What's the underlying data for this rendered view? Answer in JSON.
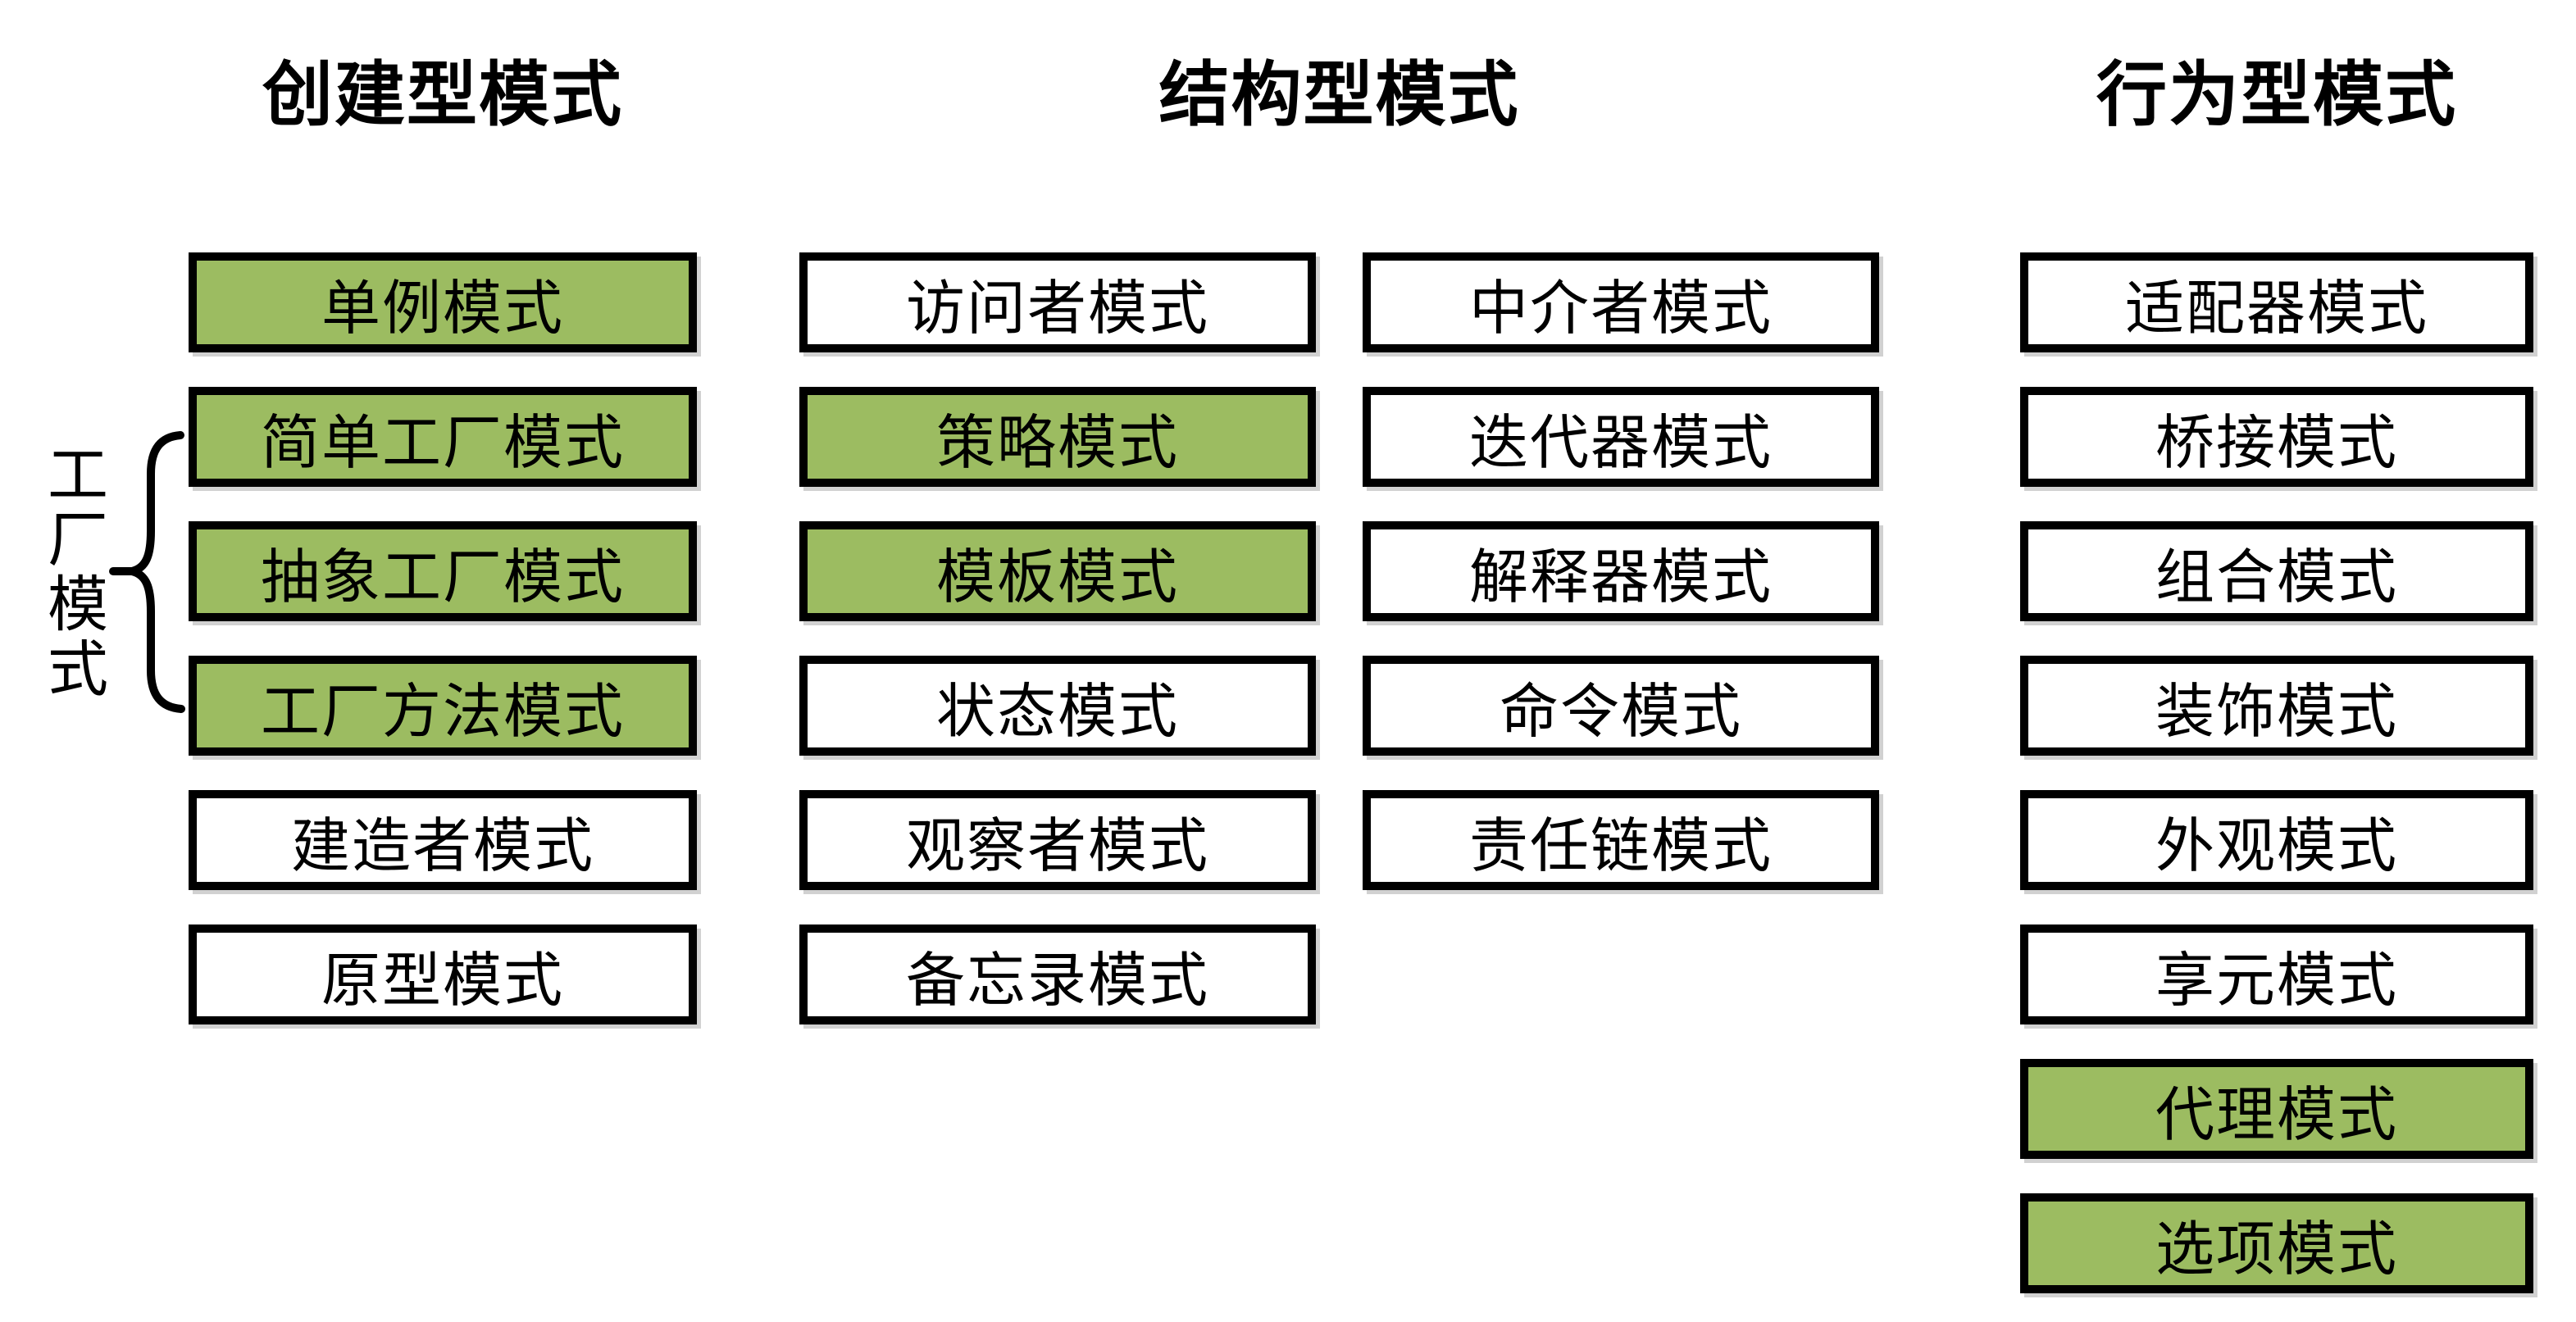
{
  "diagram_title_row": {
    "creational_header": "创建型模式",
    "structural_header": "结构型模式",
    "behavioral_header": "行为型模式"
  },
  "colors": {
    "highlight_green": "#9cbc61",
    "box_border": "#000000",
    "box_fill": "#ffffff",
    "text": "#000000",
    "background": "#ffffff"
  },
  "factory_group": {
    "label": "工厂模式",
    "members": [
      "简单工厂模式",
      "抽象工厂模式",
      "工厂方法模式"
    ]
  },
  "columns": {
    "creational": [
      {
        "label": "单例模式",
        "highlight": true
      },
      {
        "label": "简单工厂模式",
        "highlight": true
      },
      {
        "label": "抽象工厂模式",
        "highlight": true
      },
      {
        "label": "工厂方法模式",
        "highlight": true
      },
      {
        "label": "建造者模式",
        "highlight": false
      },
      {
        "label": "原型模式",
        "highlight": false
      }
    ],
    "structural_left": [
      {
        "label": "访问者模式",
        "highlight": false
      },
      {
        "label": "策略模式",
        "highlight": true
      },
      {
        "label": "模板模式",
        "highlight": true
      },
      {
        "label": "状态模式",
        "highlight": false
      },
      {
        "label": "观察者模式",
        "highlight": false
      },
      {
        "label": "备忘录模式",
        "highlight": false
      }
    ],
    "structural_right": [
      {
        "label": "中介者模式",
        "highlight": false
      },
      {
        "label": "迭代器模式",
        "highlight": false
      },
      {
        "label": "解释器模式",
        "highlight": false
      },
      {
        "label": "命令模式",
        "highlight": false
      },
      {
        "label": "责任链模式",
        "highlight": false
      }
    ],
    "behavioral": [
      {
        "label": "适配器模式",
        "highlight": false
      },
      {
        "label": "桥接模式",
        "highlight": false
      },
      {
        "label": "组合模式",
        "highlight": false
      },
      {
        "label": "装饰模式",
        "highlight": false
      },
      {
        "label": "外观模式",
        "highlight": false
      },
      {
        "label": "享元模式",
        "highlight": false
      },
      {
        "label": "代理模式",
        "highlight": true
      },
      {
        "label": "选项模式",
        "highlight": true
      }
    ]
  }
}
